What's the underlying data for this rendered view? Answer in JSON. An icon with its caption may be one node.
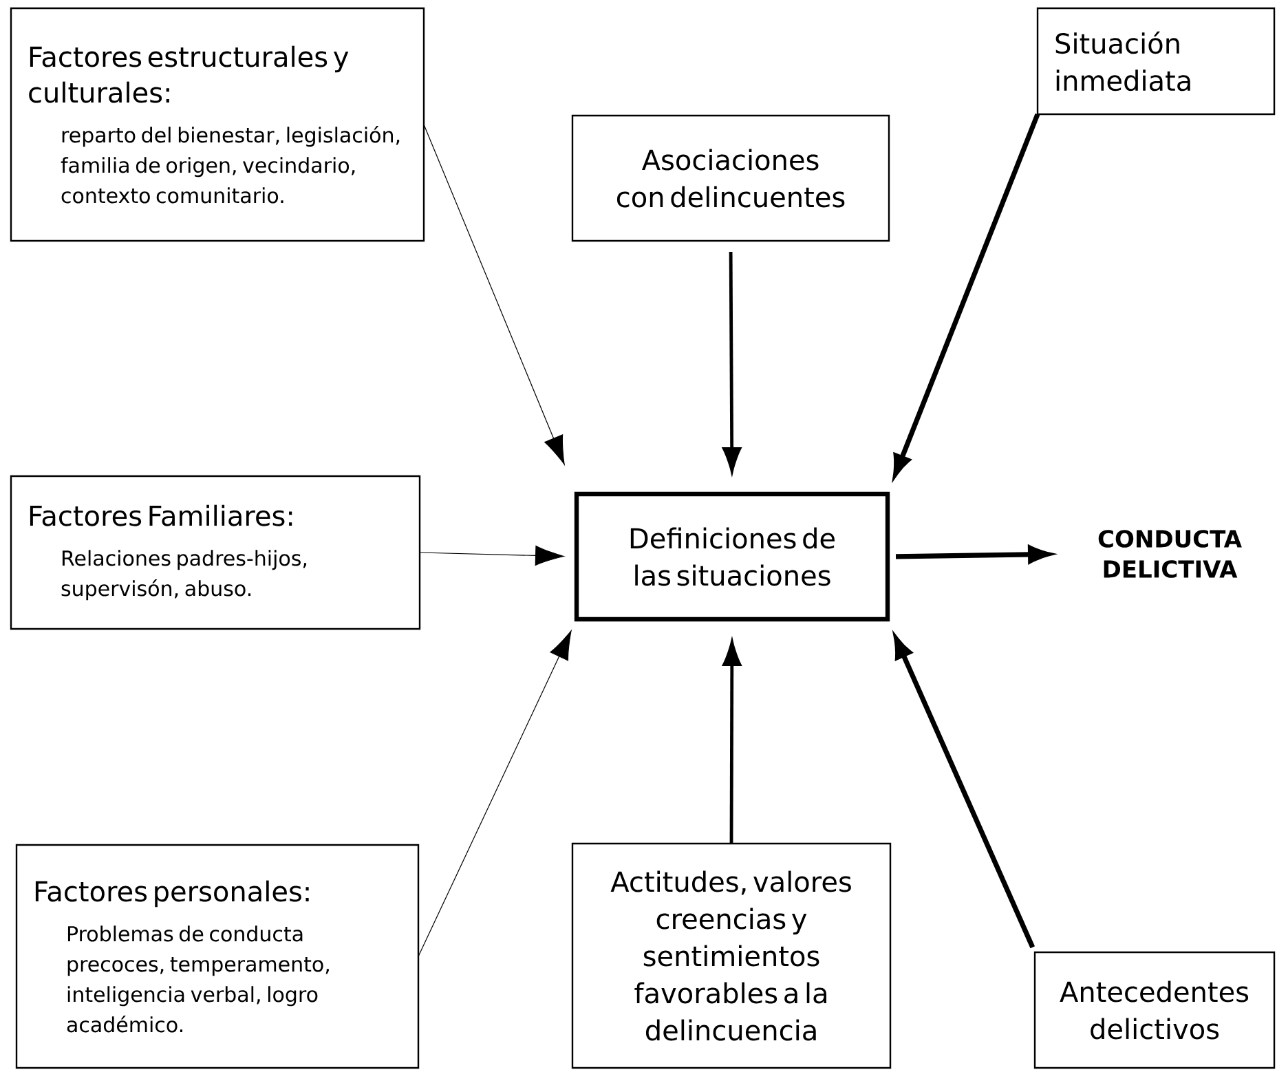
{
  "diagram": {
    "nodes": [
      {
        "text": [
          "Factores estructurales y culturales:",
          "reparto del bienestar, legislación, familia de origen, vecindario, contexto comunitario."
        ]
      },
      {
        "text": [
          "Situación inmediata"
        ]
      },
      {
        "text": [
          "Asociaciones con delincuentes"
        ]
      },
      {
        "text": [
          "Definiciones de las situaciones"
        ]
      },
      {
        "text": [
          "CONDUCTA DELICTIVA"
        ]
      },
      {
        "text": [
          "Factores Familiares:",
          "Relaciones padres-hijos, supervisón, abuso."
        ]
      },
      {
        "text": [
          "Factores personales:",
          "Problemas de conducta precoces, temperamento, inteligencia verbal, logro académico."
        ]
      },
      {
        "text": [
          "Actitudes, valores creencias y sentimientos favorables a la delincuencia"
        ]
      },
      {
        "text": [
          "Antecedentes delictivos"
        ]
      }
    ],
    "edges": [
      {
        "from": 0,
        "to": 3,
        "arrow": "to"
      },
      {
        "from": 2,
        "to": 3,
        "arrow": "to"
      },
      {
        "from": 1,
        "to": 3,
        "arrow": "to"
      },
      {
        "from": 5,
        "to": 3,
        "arrow": "to"
      },
      {
        "from": 3,
        "to": 4,
        "arrow": "to"
      },
      {
        "from": 6,
        "to": 3,
        "arrow": "to"
      },
      {
        "from": 7,
        "to": 3,
        "arrow": "to"
      },
      {
        "from": 8,
        "to": 3,
        "arrow": "to"
      }
    ]
  }
}
